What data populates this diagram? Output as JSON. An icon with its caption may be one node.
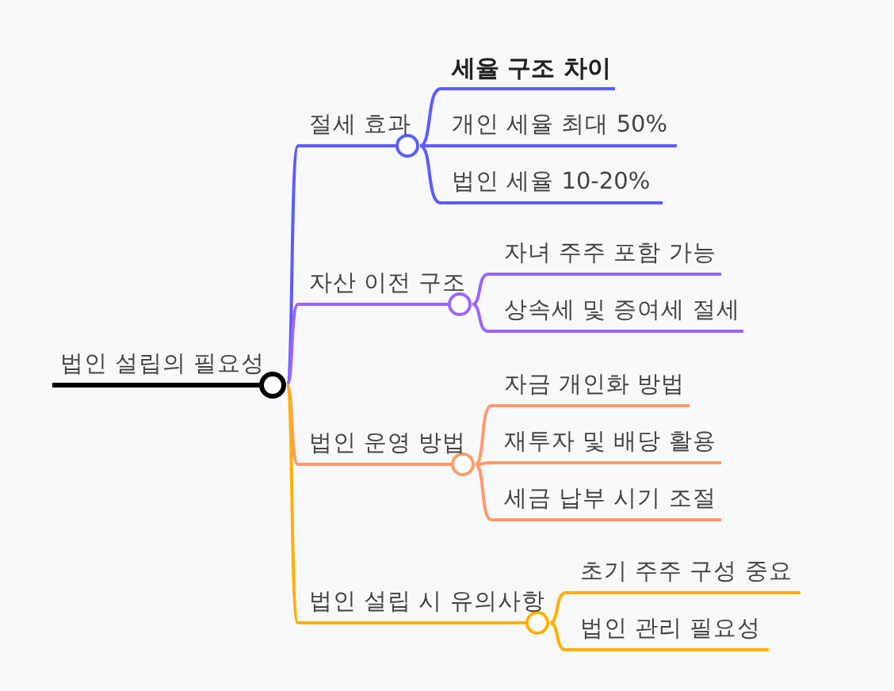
{
  "diagram": {
    "nodes": [
      {
        "text": [
          "법인 설립의 필요성"
        ]
      },
      {
        "text": [
          "절세 효과"
        ]
      },
      {
        "text": [
          "세율 구조 차이"
        ]
      },
      {
        "text": [
          "개인 세율 최대 50%"
        ]
      },
      {
        "text": [
          "법인 세율 10-20%"
        ]
      },
      {
        "text": [
          "자산 이전 구조"
        ]
      },
      {
        "text": [
          "자녀 주주 포함 가능"
        ]
      },
      {
        "text": [
          "상속세 및 증여세 절세"
        ]
      },
      {
        "text": [
          "법인 운영 방법"
        ]
      },
      {
        "text": [
          "자금 개인화 방법"
        ]
      },
      {
        "text": [
          "재투자 및 배당 활용"
        ]
      },
      {
        "text": [
          "세금 납부 시기 조절"
        ]
      },
      {
        "text": [
          "법인 설립 시 유의사항"
        ]
      },
      {
        "text": [
          "초기 주주 구성 중요"
        ]
      },
      {
        "text": [
          "법인 관리 필요성"
        ]
      }
    ],
    "edges": [
      {
        "from": 0,
        "to": 1,
        "arrow": "none",
        "color": "#5c5cff"
      },
      {
        "from": 1,
        "to": 2,
        "arrow": "none",
        "color": "#5c5cff"
      },
      {
        "from": 1,
        "to": 3,
        "arrow": "none",
        "color": "#5c5cff"
      },
      {
        "from": 1,
        "to": 4,
        "arrow": "none",
        "color": "#5c5cff"
      },
      {
        "from": 0,
        "to": 5,
        "arrow": "none",
        "color": "#9a66ff"
      },
      {
        "from": 5,
        "to": 6,
        "arrow": "none",
        "color": "#9a66ff"
      },
      {
        "from": 5,
        "to": 7,
        "arrow": "none",
        "color": "#9a66ff"
      },
      {
        "from": 0,
        "to": 8,
        "arrow": "none",
        "color": "#ff9a6c"
      },
      {
        "from": 8,
        "to": 9,
        "arrow": "none",
        "color": "#ff9a6c"
      },
      {
        "from": 8,
        "to": 10,
        "arrow": "none",
        "color": "#ff9a6c"
      },
      {
        "from": 8,
        "to": 11,
        "arrow": "none",
        "color": "#ff9a6c"
      },
      {
        "from": 0,
        "to": 12,
        "arrow": "none",
        "color": "#ffb000"
      },
      {
        "from": 12,
        "to": 13,
        "arrow": "none",
        "color": "#ffb000"
      },
      {
        "from": 12,
        "to": 14,
        "arrow": "none",
        "color": "#ffb000"
      }
    ]
  }
}
